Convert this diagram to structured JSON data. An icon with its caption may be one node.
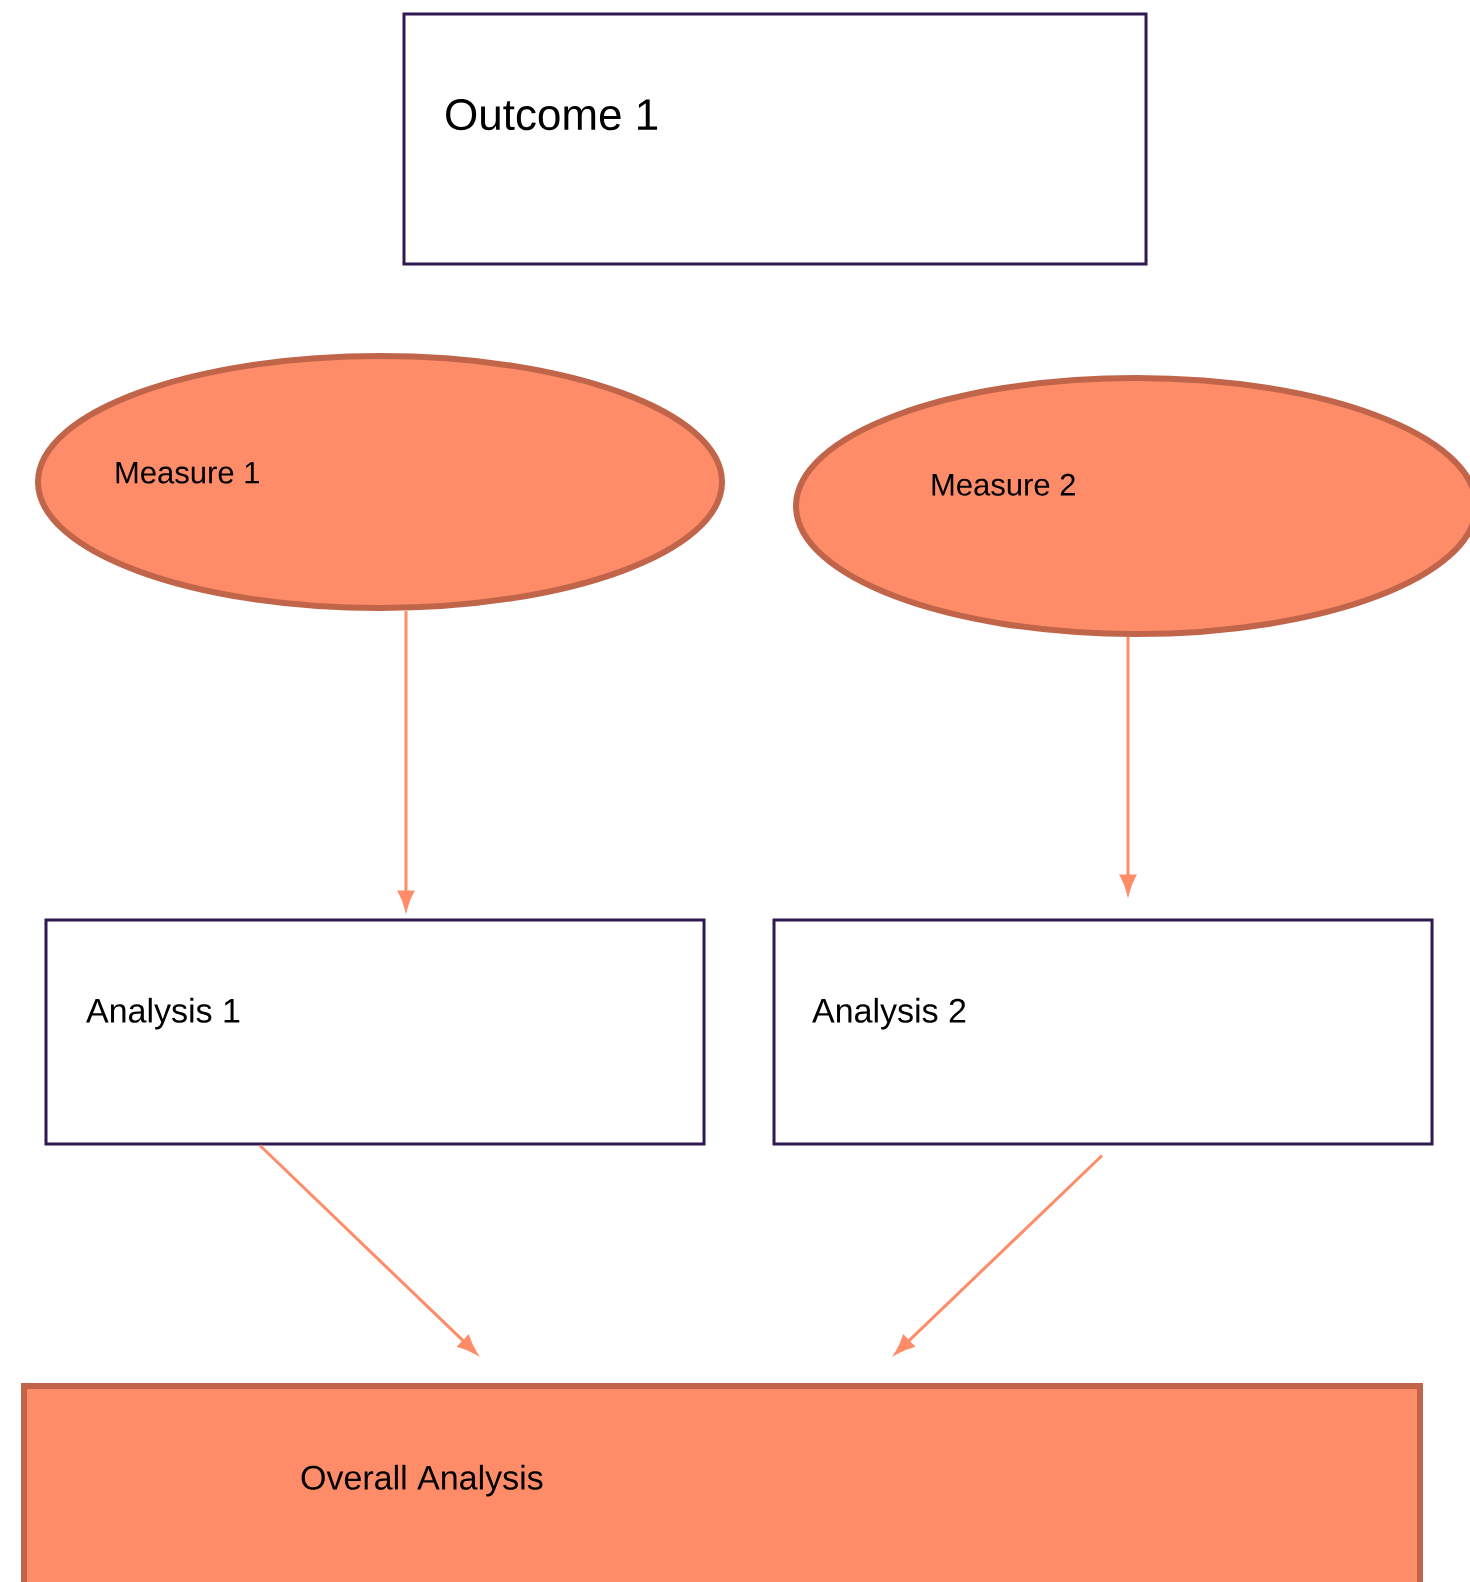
{
  "diagram": {
    "nodes": [
      {
        "text": [
          "Outcome 1"
        ]
      },
      {
        "text": [
          "Measure 1"
        ]
      },
      {
        "text": [
          "Measure 2"
        ]
      },
      {
        "text": [
          "Analysis 1"
        ]
      },
      {
        "text": [
          "Analysis 2"
        ]
      },
      {
        "text": [
          "Overall Analysis"
        ]
      }
    ],
    "edges": [
      {
        "from": 1,
        "to": 3,
        "arrow": "to"
      },
      {
        "from": 2,
        "to": 4,
        "arrow": "to"
      },
      {
        "from": 3,
        "to": 5,
        "arrow": "to"
      },
      {
        "from": 4,
        "to": 5,
        "arrow": "to"
      }
    ]
  }
}
